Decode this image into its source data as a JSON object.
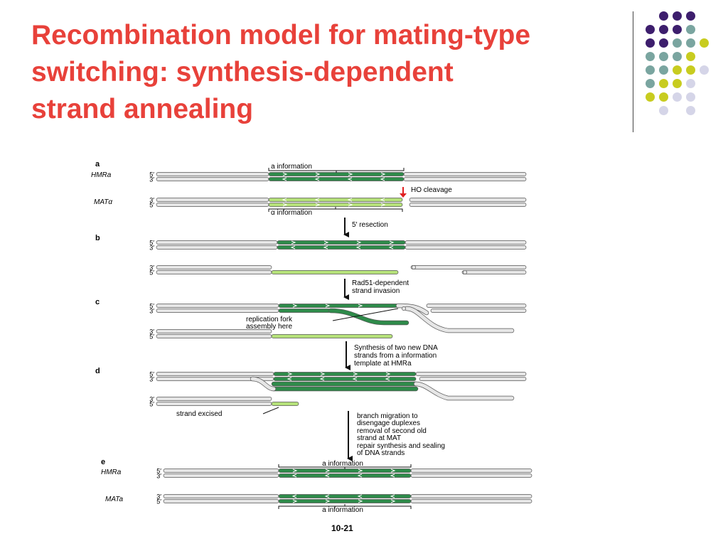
{
  "slide": {
    "title_lines": [
      "Recombination model for mating-type",
      "switching: synthesis-dependent",
      "strand annealing"
    ]
  },
  "colors": {
    "title": "#e8413a",
    "dark_strand": "#2e8b4a",
    "light_strand": "#b6e27a",
    "gray_strand": "#e6e6e6",
    "arrow": "#111111",
    "cleavage_arrow": "#e02020",
    "dot_purple": "#3d1e6d",
    "dot_teal": "#7aa5a0",
    "dot_yellow": "#c8cc1f",
    "dot_lavender": "#d5d5e8"
  },
  "figure": {
    "panel_letters": [
      "a",
      "b",
      "c",
      "d",
      "e"
    ],
    "hmra_label": "HMRa",
    "mat_alpha_label": "MATα",
    "mata_label": "MATa",
    "prime5": "5′",
    "prime3": "3′",
    "a_information": "a  information",
    "alpha_information": "α information",
    "ho_cleavage": "HO cleavage",
    "resection": "5′ resection",
    "invasion_lines": [
      "Rad51-dependent",
      "strand invasion"
    ],
    "fork_lines": [
      "replication fork",
      "assembly here"
    ],
    "synthesis_lines": [
      "Synthesis of two new DNA",
      "strands from a information",
      "template at HMRa"
    ],
    "strand_excised": "strand excised",
    "final_steps": [
      "branch migration to",
      "disengage duplexes",
      "removal of second old",
      "strand at MAT",
      "repair synthesis and sealing",
      "of DNA strands"
    ],
    "figure_number": "10-21"
  }
}
